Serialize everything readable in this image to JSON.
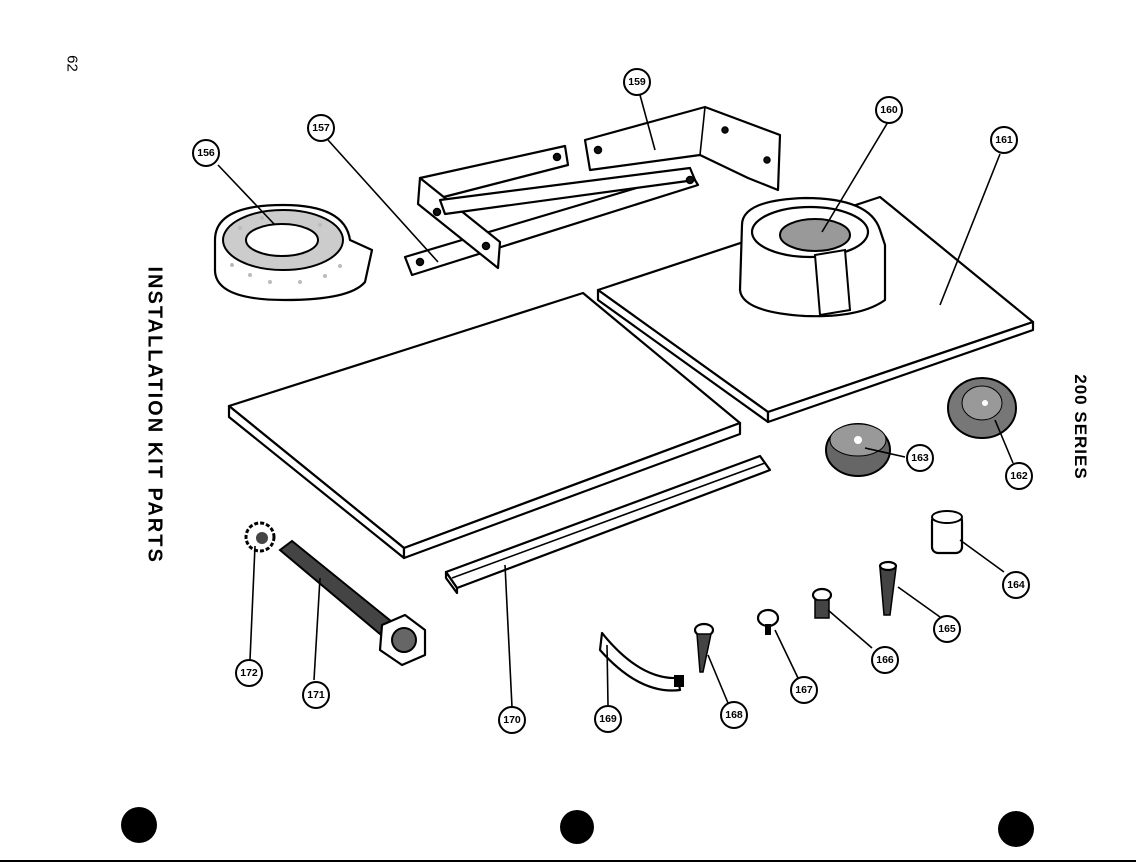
{
  "page": {
    "page_number": "62",
    "title": "INSTALLATION KIT PARTS",
    "series": "200 SERIES"
  },
  "callouts": [
    {
      "id": "c156",
      "label": "156"
    },
    {
      "id": "c157",
      "label": "157"
    },
    {
      "id": "c159",
      "label": "159"
    },
    {
      "id": "c160",
      "label": "160"
    },
    {
      "id": "c161",
      "label": "161"
    },
    {
      "id": "c162",
      "label": "162"
    },
    {
      "id": "c163",
      "label": "163"
    },
    {
      "id": "c164",
      "label": "164"
    },
    {
      "id": "c165",
      "label": "165"
    },
    {
      "id": "c166",
      "label": "166"
    },
    {
      "id": "c167",
      "label": "167"
    },
    {
      "id": "c168",
      "label": "168"
    },
    {
      "id": "c169",
      "label": "169"
    },
    {
      "id": "c170",
      "label": "170"
    },
    {
      "id": "c171",
      "label": "171"
    },
    {
      "id": "c172",
      "label": "172"
    }
  ],
  "colors": {
    "ink": "#000000",
    "paper": "#ffffff"
  }
}
